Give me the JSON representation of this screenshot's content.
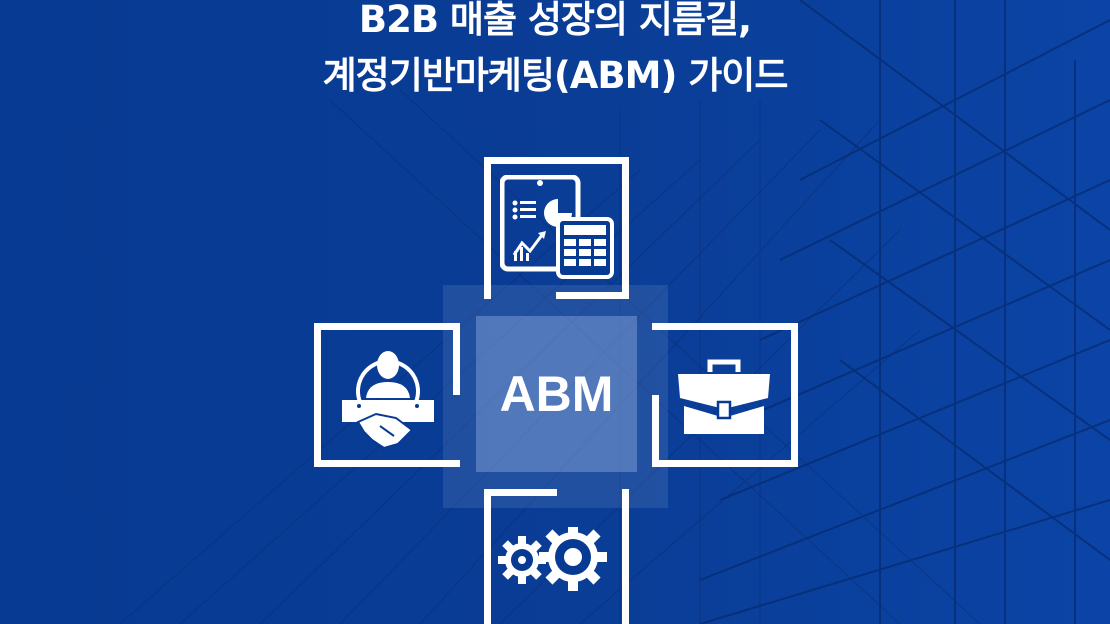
{
  "title": {
    "line1": "B2B 매출 성장의 지름길,",
    "line2": "계정기반마케팅(ABM) 가이드"
  },
  "center": {
    "label": "ABM"
  },
  "boxes": [
    {
      "position": "top",
      "icon": "analytics-calculator-icon"
    },
    {
      "position": "left",
      "icon": "customer-handshake-icon"
    },
    {
      "position": "right",
      "icon": "briefcase-icon"
    },
    {
      "position": "bottom",
      "icon": "gears-icon"
    }
  ],
  "colors": {
    "background": "#073a92",
    "foreground": "#ffffff"
  }
}
